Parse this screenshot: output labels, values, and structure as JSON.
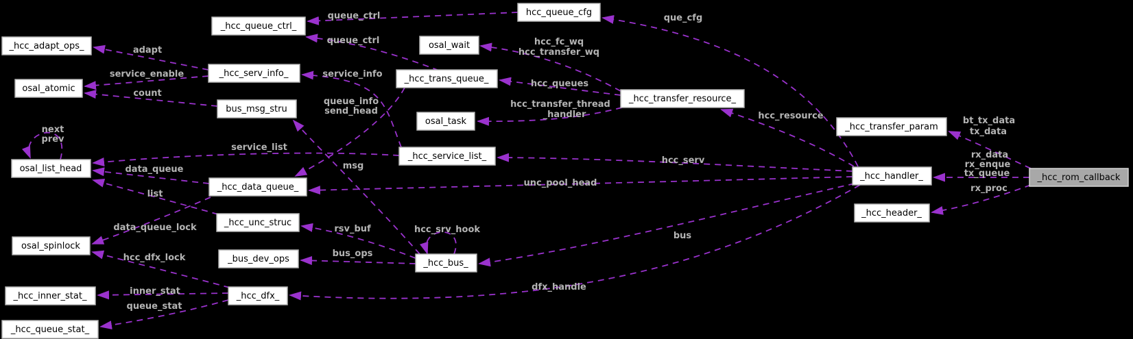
{
  "diagram": {
    "kind": "doxygen-collaboration-graph",
    "colors": {
      "background": "#000000",
      "edge": "#9a32cd",
      "edge_label": "#b4b4b4",
      "node_fill": "#ffffff",
      "node_border": "#b4b4b4",
      "node_text": "#000000",
      "current_node_fill": "#a8a8a8"
    },
    "nodes": [
      {
        "id": "adapt_ops",
        "label": "_hcc_adapt_ops_"
      },
      {
        "id": "osal_atomic",
        "label": "osal_atomic"
      },
      {
        "id": "queue_ctrl",
        "label": "_hcc_queue_ctrl_"
      },
      {
        "id": "serv_info",
        "label": "_hcc_serv_info_"
      },
      {
        "id": "bus_msg_stru",
        "label": "bus_msg_stru"
      },
      {
        "id": "osal_list_head",
        "label": "osal_list_head"
      },
      {
        "id": "osal_spinlock",
        "label": "osal_spinlock"
      },
      {
        "id": "inner_stat",
        "label": "_hcc_inner_stat_"
      },
      {
        "id": "queue_stat",
        "label": "_hcc_queue_stat_"
      },
      {
        "id": "data_queue",
        "label": "_hcc_data_queue_"
      },
      {
        "id": "unc_struc",
        "label": "_hcc_unc_struc"
      },
      {
        "id": "bus_dev_ops",
        "label": "_bus_dev_ops"
      },
      {
        "id": "dfx",
        "label": "_hcc_dfx_"
      },
      {
        "id": "osal_wait",
        "label": "osal_wait"
      },
      {
        "id": "trans_queue",
        "label": "_hcc_trans_queue_"
      },
      {
        "id": "osal_task",
        "label": "osal_task"
      },
      {
        "id": "service_list",
        "label": "_hcc_service_list_"
      },
      {
        "id": "bus",
        "label": "_hcc_bus_"
      },
      {
        "id": "queue_cfg",
        "label": "hcc_queue_cfg"
      },
      {
        "id": "transfer_resource",
        "label": "_hcc_transfer_resource_"
      },
      {
        "id": "transfer_param",
        "label": "_hcc_transfer_param"
      },
      {
        "id": "handler",
        "label": "_hcc_handler_"
      },
      {
        "id": "header",
        "label": "_hcc_header_"
      },
      {
        "id": "rom_callback",
        "label": "_hcc_rom_callback"
      }
    ],
    "edges": [
      {
        "from": "queue_cfg",
        "to": "queue_ctrl",
        "lines": [
          "queue_ctrl"
        ]
      },
      {
        "from": "trans_queue",
        "to": "queue_ctrl",
        "lines": [
          "queue_ctrl"
        ]
      },
      {
        "from": "handler",
        "to": "queue_cfg",
        "lines": [
          "que_cfg"
        ]
      },
      {
        "from": "serv_info",
        "to": "adapt_ops",
        "lines": [
          "adapt"
        ]
      },
      {
        "from": "serv_info",
        "to": "osal_atomic",
        "lines": [
          "service_enable"
        ]
      },
      {
        "from": "bus_msg_stru",
        "to": "osal_atomic",
        "lines": [
          "count"
        ]
      },
      {
        "from": "transfer_resource",
        "to": "osal_wait",
        "lines": [
          "hcc_fc_wq",
          "hcc_transfer_wq"
        ]
      },
      {
        "from": "transfer_resource",
        "to": "trans_queue",
        "lines": [
          "hcc_queues"
        ]
      },
      {
        "from": "transfer_resource",
        "to": "osal_task",
        "lines": [
          "hcc_transfer_thread",
          "_handler"
        ]
      },
      {
        "from": "service_list",
        "to": "serv_info",
        "lines": [
          "service_info"
        ]
      },
      {
        "from": "trans_queue",
        "to": "data_queue",
        "lines": [
          "queue_info",
          "send_head"
        ]
      },
      {
        "from": "osal_list_head",
        "to": "osal_list_head",
        "lines": [
          "next",
          "prev"
        ]
      },
      {
        "from": "service_list",
        "to": "osal_list_head",
        "lines": [
          "service_list"
        ]
      },
      {
        "from": "data_queue",
        "to": "osal_list_head",
        "lines": [
          "data_queue"
        ]
      },
      {
        "from": "bus",
        "to": "bus_msg_stru",
        "lines": [
          "msg"
        ]
      },
      {
        "from": "handler",
        "to": "data_queue",
        "lines": [
          "unc_pool_head"
        ]
      },
      {
        "from": "handler",
        "to": "service_list",
        "lines": [
          "hcc_serv"
        ]
      },
      {
        "from": "unc_struc",
        "to": "osal_list_head",
        "lines": [
          "list"
        ]
      },
      {
        "from": "data_queue",
        "to": "osal_spinlock",
        "lines": [
          "data_queue_lock"
        ]
      },
      {
        "from": "dfx",
        "to": "osal_spinlock",
        "lines": [
          "hcc_dfx_lock"
        ]
      },
      {
        "from": "bus",
        "to": "unc_struc",
        "lines": [
          "rsv_buf"
        ]
      },
      {
        "from": "bus",
        "to": "bus_dev_ops",
        "lines": [
          "bus_ops"
        ]
      },
      {
        "from": "bus",
        "to": "bus",
        "lines": [
          "hcc_srv_hook"
        ]
      },
      {
        "from": "handler",
        "to": "bus",
        "lines": [
          "bus"
        ]
      },
      {
        "from": "handler",
        "to": "dfx",
        "lines": [
          "dfx_handle"
        ]
      },
      {
        "from": "dfx",
        "to": "inner_stat",
        "lines": [
          "inner_stat"
        ]
      },
      {
        "from": "dfx",
        "to": "queue_stat",
        "lines": [
          "queue_stat"
        ]
      },
      {
        "from": "handler",
        "to": "transfer_resource",
        "lines": [
          "hcc_resource"
        ]
      },
      {
        "from": "rom_callback",
        "to": "transfer_param",
        "lines": [
          "bt_tx_data",
          "tx_data"
        ]
      },
      {
        "from": "rom_callback",
        "to": "handler",
        "lines": [
          "rx_data",
          "rx_enque",
          "tx_queue"
        ]
      },
      {
        "from": "rom_callback",
        "to": "header",
        "lines": [
          "rx_proc"
        ]
      }
    ]
  }
}
